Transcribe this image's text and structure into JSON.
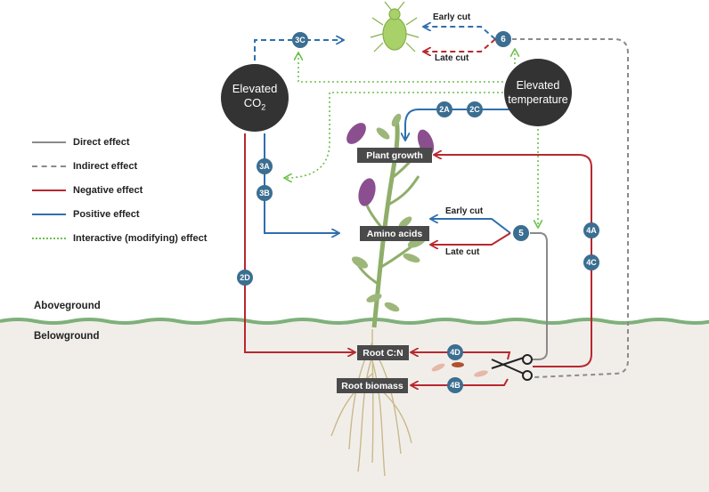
{
  "nodes": {
    "co2_line1": "Elevated",
    "co2_line2": "CO",
    "co2_sub": "2",
    "temp_line1": "Elevated",
    "temp_line2": "temperature"
  },
  "boxes": {
    "plant_growth": "Plant growth",
    "amino_acids": "Amino acids",
    "root_cn": "Root C:N",
    "root_biomass": "Root biomass"
  },
  "cut_labels": {
    "aphid_early": "Early cut",
    "aphid_late": "Late cut",
    "amino_early": "Early cut",
    "amino_late": "Late cut"
  },
  "badges": {
    "b6": "6",
    "b3c": "3C",
    "b2a": "2A",
    "b2c": "2C",
    "b3a": "3A",
    "b3b": "3B",
    "b5": "5",
    "b4a": "4A",
    "b4c": "4C",
    "b2d": "2D",
    "b4d": "4D",
    "b4b": "4B"
  },
  "legend": [
    {
      "label": "Direct effect",
      "style": "solid",
      "color": "#8a8a8a"
    },
    {
      "label": "Indirect effect",
      "style": "dashed",
      "color": "#8a8a8a"
    },
    {
      "label": "Negative effect",
      "style": "solid",
      "color": "#b8282e"
    },
    {
      "label": "Positive effect",
      "style": "solid",
      "color": "#2f6fae"
    },
    {
      "label": "Interactive (modifying) effect",
      "style": "dotted",
      "color": "#6cbf4a"
    }
  ],
  "zones": {
    "above": "Aboveground",
    "below": "Belowground"
  },
  "colors": {
    "negative": "#b8282e",
    "positive": "#2f6fae",
    "direct": "#8a8a8a",
    "interactive": "#6cbf4a",
    "badge": "#3b6e91",
    "node": "#333333",
    "box": "#4a4a4a",
    "ground": "#7fb07a",
    "soil": "#f1eeea"
  },
  "icons": [
    "aphid-icon",
    "scissors-icon",
    "plant-illustration",
    "root-illustration",
    "larva-icon"
  ]
}
